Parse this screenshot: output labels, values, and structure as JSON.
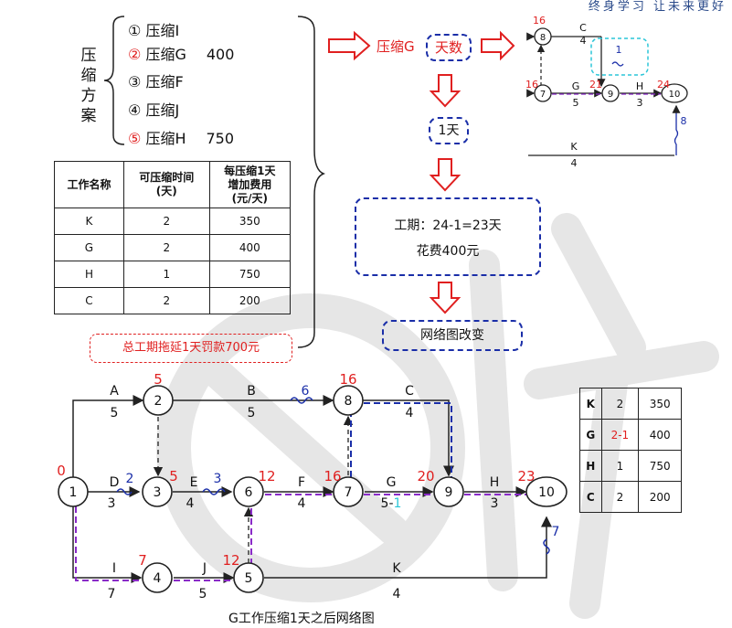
{
  "header": {
    "slogan": "终身学习  让未来更好"
  },
  "plan": {
    "title": "压缩方案",
    "items": [
      {
        "num": "①",
        "text": "压缩I",
        "value": "",
        "num_red": false
      },
      {
        "num": "②",
        "text": "压缩G",
        "value": "400",
        "num_red": true
      },
      {
        "num": "③",
        "text": "压缩F",
        "value": "",
        "num_red": false
      },
      {
        "num": "④",
        "text": "压缩J",
        "value": "",
        "num_red": false
      },
      {
        "num": "⑤",
        "text": "压缩H",
        "value": "750",
        "num_red": true
      }
    ]
  },
  "cost_table": {
    "headers": [
      "工作名称",
      "可压缩时间\n(天)",
      "每压缩1天\n增加费用\n(元/天)"
    ],
    "rows": [
      [
        "K",
        "2",
        "350"
      ],
      [
        "G",
        "2",
        "400"
      ],
      [
        "H",
        "1",
        "750"
      ],
      [
        "C",
        "2",
        "200"
      ]
    ]
  },
  "penalty": "总工期拖延1天罚款700元",
  "flow": {
    "compress_label": "压缩G",
    "days_box": "天数",
    "one_day": "1天",
    "result_line1": "工期：24-1=23天",
    "result_line2": "花费400元",
    "change": "网络图改变"
  },
  "small_diagram": {
    "nodes": [
      {
        "id": "8",
        "time": "16"
      },
      {
        "id": "7",
        "time": "16"
      },
      {
        "id": "9",
        "time": "21"
      },
      {
        "id": "10",
        "time": "24"
      }
    ],
    "activities": [
      {
        "name": "C",
        "duration": "4"
      },
      {
        "name": "G",
        "duration": "5"
      },
      {
        "name": "H",
        "duration": "3"
      },
      {
        "name": "K",
        "duration": "4"
      }
    ],
    "free_float_8_9": "1",
    "free_float_k": "8"
  },
  "main_diagram": {
    "nodes": [
      {
        "id": "1",
        "time": "0"
      },
      {
        "id": "2",
        "time": "5"
      },
      {
        "id": "3",
        "time": "5"
      },
      {
        "id": "4",
        "time": "7"
      },
      {
        "id": "5",
        "time": "12"
      },
      {
        "id": "6",
        "time": "12"
      },
      {
        "id": "7",
        "time": "16"
      },
      {
        "id": "8",
        "time": "16"
      },
      {
        "id": "9",
        "time": "20"
      },
      {
        "id": "10",
        "time": "23"
      }
    ],
    "activities": [
      {
        "name": "A",
        "duration": "5"
      },
      {
        "name": "B",
        "duration": "5"
      },
      {
        "name": "C",
        "duration": "4"
      },
      {
        "name": "D",
        "duration": "3"
      },
      {
        "name": "E",
        "duration": "4"
      },
      {
        "name": "F",
        "duration": "4"
      },
      {
        "name": "G",
        "duration": "5-1"
      },
      {
        "name": "H",
        "duration": "3"
      },
      {
        "name": "I",
        "duration": "7"
      },
      {
        "name": "J",
        "duration": "5"
      },
      {
        "name": "K",
        "duration": "4"
      }
    ],
    "floats": {
      "d": "2",
      "e": "3",
      "b": "6",
      "k": "7"
    },
    "caption": "G工作压缩1天之后网络图"
  },
  "summary_table": {
    "rows": [
      [
        "K",
        "2",
        "350"
      ],
      [
        "G",
        "2-1",
        "400"
      ],
      [
        "H",
        "1",
        "750"
      ],
      [
        "C",
        "2",
        "200"
      ]
    ],
    "highlight_color": "#e02020"
  },
  "colors": {
    "red": "#e02020",
    "blue": "#1a2ea8",
    "purple": "#8a2bc8",
    "cyan": "#2cc6d8",
    "arrow_red": "#e02020"
  }
}
